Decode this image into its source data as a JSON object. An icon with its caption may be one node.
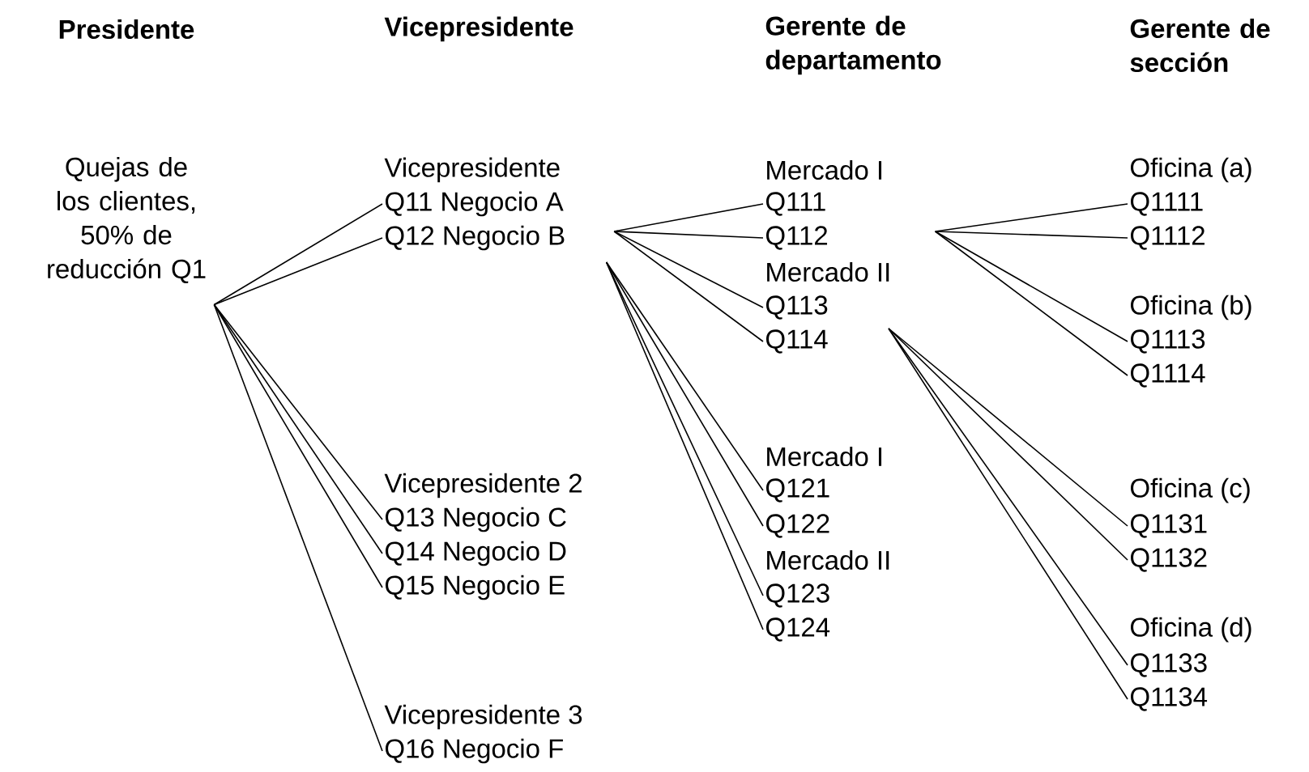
{
  "diagram": {
    "nodes": [
      {
        "text": [
          "Quejas de los clientes, 50% de reducción Q1"
        ]
      },
      {
        "text": [
          "Q11 Negocio A"
        ]
      },
      {
        "text": [
          "Q12 Negocio B"
        ]
      },
      {
        "text": [
          "Q13 Negocio C"
        ]
      },
      {
        "text": [
          "Q14 Negocio D"
        ]
      },
      {
        "text": [
          "Q15 Negocio E"
        ]
      },
      {
        "text": [
          "Q16 Negocio F"
        ]
      },
      {
        "text": [
          "Q111"
        ]
      },
      {
        "text": [
          "Q112"
        ]
      },
      {
        "text": [
          "Q113"
        ]
      },
      {
        "text": [
          "Q114"
        ]
      },
      {
        "text": [
          "Q121"
        ]
      },
      {
        "text": [
          "Q122"
        ]
      },
      {
        "text": [
          "Q123"
        ]
      },
      {
        "text": [
          "Q124"
        ]
      },
      {
        "text": [
          "Q1111"
        ]
      },
      {
        "text": [
          "Q1112"
        ]
      },
      {
        "text": [
          "Q1113"
        ]
      },
      {
        "text": [
          "Q1114"
        ]
      },
      {
        "text": [
          "Q1131"
        ]
      },
      {
        "text": [
          "Q1132"
        ]
      },
      {
        "text": [
          "Q1133"
        ]
      },
      {
        "text": [
          "Q1134"
        ]
      }
    ],
    "edges": [
      {
        "from": 0,
        "to": 1,
        "arrow": "none"
      },
      {
        "from": 0,
        "to": 2,
        "arrow": "none"
      },
      {
        "from": 0,
        "to": 3,
        "arrow": "none"
      },
      {
        "from": 0,
        "to": 4,
        "arrow": "none"
      },
      {
        "from": 0,
        "to": 5,
        "arrow": "none"
      },
      {
        "from": 0,
        "to": 6,
        "arrow": "none"
      },
      {
        "from": 1,
        "to": 7,
        "arrow": "none"
      },
      {
        "from": 1,
        "to": 8,
        "arrow": "none"
      },
      {
        "from": 1,
        "to": 9,
        "arrow": "none"
      },
      {
        "from": 1,
        "to": 10,
        "arrow": "none"
      },
      {
        "from": 2,
        "to": 11,
        "arrow": "none"
      },
      {
        "from": 2,
        "to": 12,
        "arrow": "none"
      },
      {
        "from": 2,
        "to": 13,
        "arrow": "none"
      },
      {
        "from": 2,
        "to": 14,
        "arrow": "none"
      },
      {
        "from": 7,
        "to": 15,
        "arrow": "none"
      },
      {
        "from": 7,
        "to": 16,
        "arrow": "none"
      },
      {
        "from": 7,
        "to": 17,
        "arrow": "none"
      },
      {
        "from": 7,
        "to": 18,
        "arrow": "none"
      },
      {
        "from": 9,
        "to": 19,
        "arrow": "none"
      },
      {
        "from": 9,
        "to": 20,
        "arrow": "none"
      },
      {
        "from": 9,
        "to": 21,
        "arrow": "none"
      },
      {
        "from": 9,
        "to": 22,
        "arrow": "none"
      }
    ],
    "labels": [
      "Presidente",
      "Vicepresidente",
      "Gerente de departamento",
      "Gerente de sección",
      "Vicepresidente",
      "Mercado I",
      "Oficina (a)",
      "Mercado II",
      "Oficina (b)",
      "Mercado I",
      "Vicepresidente 2",
      "Oficina (c)",
      "Mercado II",
      "Oficina (d)",
      "Vicepresidente 3"
    ]
  }
}
